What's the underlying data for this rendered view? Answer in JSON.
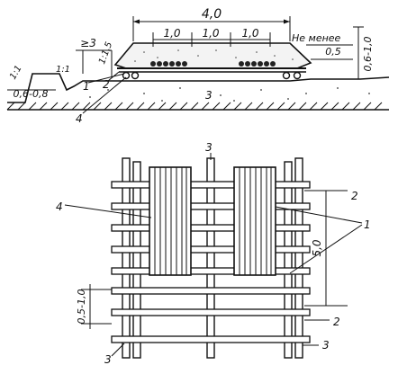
{
  "section": {
    "width_dim": "4,0",
    "segments": [
      "1,0",
      "1,0",
      "1,0"
    ],
    "min_label": "Не менее",
    "min_value": "0,5",
    "right_dim": "0,6-1,0",
    "left_dim": "0,6-0,8",
    "ge_label": "≥3",
    "slope_a": "1:1",
    "slope_b": "1:1",
    "slope_c": "1:1,5",
    "callouts": [
      "1",
      "2",
      "3",
      "4"
    ]
  },
  "plan": {
    "span_dim": "5,0",
    "spacing_dim": "0,5-1,0",
    "callouts": {
      "top_3": "3",
      "left_4": "4",
      "right_2_top": "2",
      "right_1": "1",
      "right_2_bottom": "2",
      "bottom_3_left": "3",
      "bottom_3_right": "3"
    }
  }
}
